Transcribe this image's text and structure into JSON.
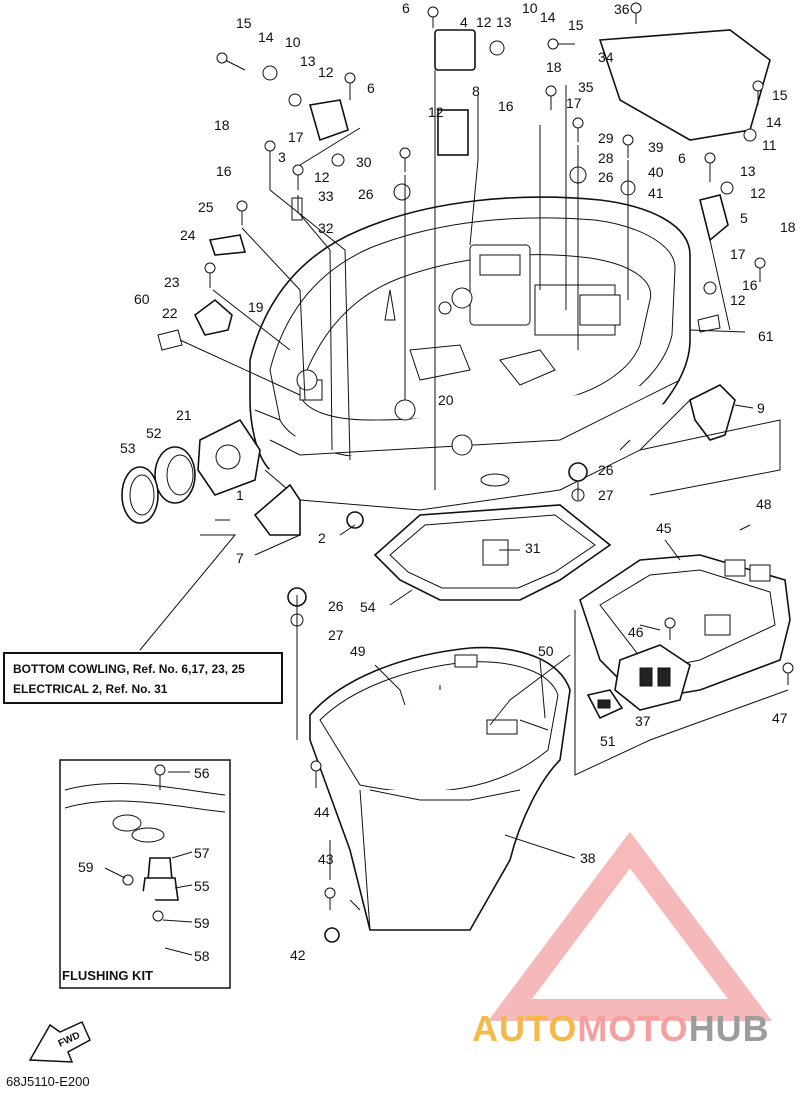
{
  "diagram": {
    "note_lines": [
      "BOTTOM COWLING,  Ref. No. 6,17, 23, 25",
      "ELECTRICAL 2,  Ref. No. 31"
    ],
    "inset_label": "FLUSHING KIT",
    "direction_label": "FWD",
    "doc_code": "68J5110-E200"
  },
  "watermark": {
    "part1": "AUTO",
    "part2": "MOTO",
    "part3": "HUB",
    "colors": {
      "auto": "#f5b84a",
      "moto": "#f5a0a0",
      "hub": "#9c9c9c",
      "triangle": "#f08080"
    }
  },
  "callouts": {
    "c1": "1",
    "c2": "2",
    "c3": "3",
    "c4": "4",
    "c5": "5",
    "c6a": "6",
    "c6b": "6",
    "c6c": "6",
    "c7": "7",
    "c8": "8",
    "c9": "9",
    "c10a": "10",
    "c10b": "10",
    "c11": "11",
    "c12a": "12",
    "c12b": "12",
    "c12c": "12",
    "c12d": "12",
    "c12e": "12",
    "c12f": "12",
    "c13a": "13",
    "c13b": "13",
    "c13c": "13",
    "c14a": "14",
    "c14b": "14",
    "c14c": "14",
    "c15a": "15",
    "c15b": "15",
    "c15c": "15",
    "c16a": "16",
    "c16b": "16",
    "c16c": "16",
    "c17a": "17",
    "c17b": "17",
    "c17c": "17",
    "c18a": "18",
    "c18b": "18",
    "c18c": "18",
    "c19": "19",
    "c20": "20",
    "c21": "21",
    "c22": "22",
    "c23": "23",
    "c24": "24",
    "c25": "25",
    "c26a": "26",
    "c26b": "26",
    "c26c": "26",
    "c26d": "26",
    "c27a": "27",
    "c27b": "27",
    "c28": "28",
    "c29": "29",
    "c30": "30",
    "c31": "31",
    "c32": "32",
    "c33": "33",
    "c34": "34",
    "c35": "35",
    "c36": "36",
    "c37": "37",
    "c38": "38",
    "c39": "39",
    "c40": "40",
    "c41": "41",
    "c42": "42",
    "c43": "43",
    "c44": "44",
    "c45": "45",
    "c46": "46",
    "c47": "47",
    "c48": "48",
    "c49": "49",
    "c50": "50",
    "c51": "51",
    "c52": "52",
    "c53": "53",
    "c54": "54",
    "c55": "55",
    "c56": "56",
    "c57": "57",
    "c58": "58",
    "c59a": "59",
    "c59b": "59",
    "c60": "60",
    "c61": "61"
  }
}
